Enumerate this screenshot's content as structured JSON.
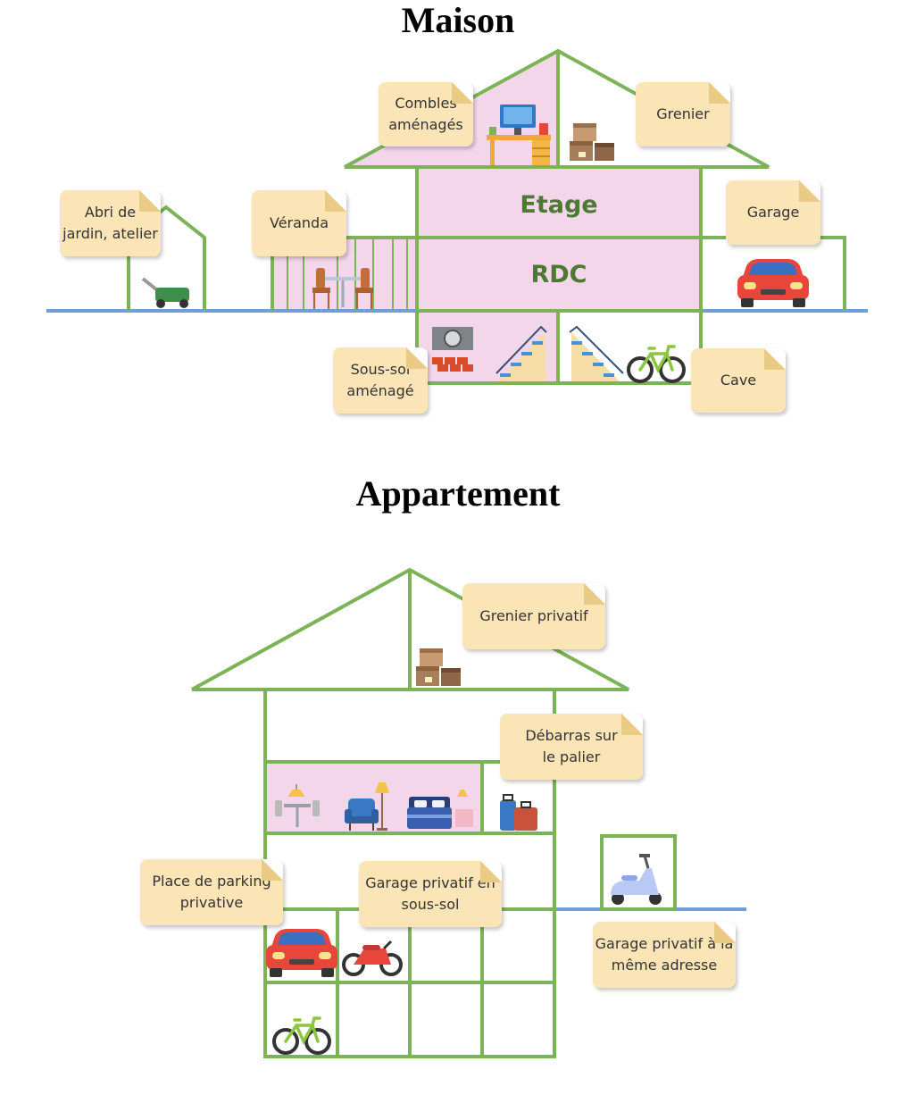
{
  "maison": {
    "title": "Maison",
    "floors": {
      "etage": "Etage",
      "rdc": "RDC"
    },
    "notes": {
      "combles": "Combles\naménagés",
      "grenier": "Grenier",
      "abri": "Abri de\njardin, atelier",
      "veranda": "Véranda",
      "garage": "Garage",
      "sous_sol": "Sous-sol\naménagé",
      "cave": "Cave"
    }
  },
  "appartement": {
    "title": "Appartement",
    "notes": {
      "grenier": "Grenier privatif",
      "debarras": "Débarras sur\nle palier",
      "parking": "Place de parking\nprivative",
      "garage_sous_sol": "Garage privatif en\nsous-sol",
      "garage_adresse": "Garage privatif à la\nmême adresse"
    }
  },
  "colors": {
    "wall": "#7cb356",
    "room": "#f3d6ea",
    "ground": "#6f9fd6",
    "note": "#fbe5b6"
  }
}
